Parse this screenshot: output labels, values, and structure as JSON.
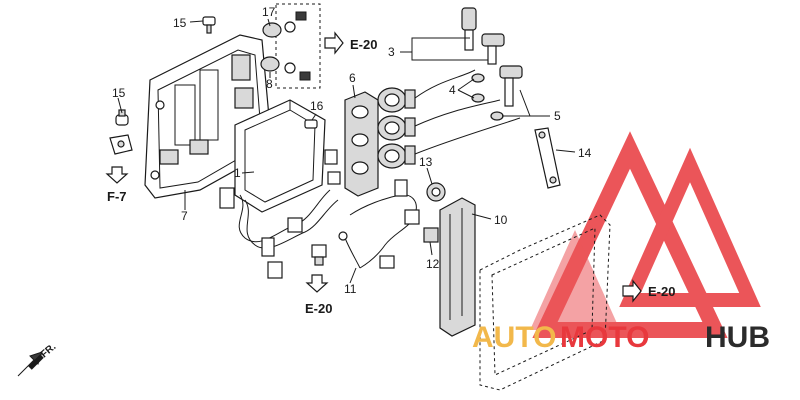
{
  "part_numbers": {
    "p1": "1",
    "p3": "3",
    "p4": "4",
    "p5": "5",
    "p6": "6",
    "p7": "7",
    "p8": "8",
    "p10": "10",
    "p11": "11",
    "p12": "12",
    "p13": "13",
    "p14": "14",
    "p15a": "15",
    "p15b": "15",
    "p16": "16",
    "p17": "17"
  },
  "references": {
    "e20_top": "E-20",
    "e20_bottom": "E-20",
    "e20_right": "E-20",
    "f7": "F-7"
  },
  "direction": {
    "front": "FR."
  },
  "watermark": {
    "part1": "AUTO",
    "part2": "MOTO",
    "part3": "HUB"
  },
  "colors": {
    "watermark_red": "#e8383d",
    "watermark_gold": "#f2b84b",
    "watermark_dark": "#2b2b2b"
  }
}
